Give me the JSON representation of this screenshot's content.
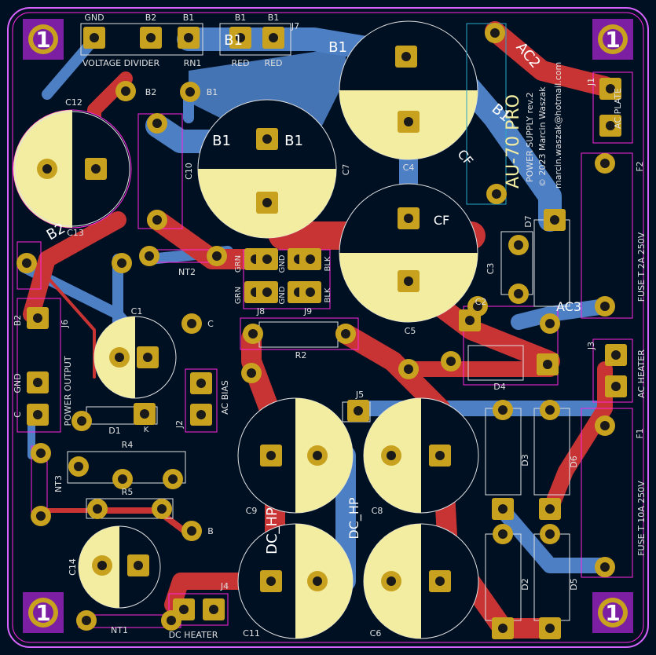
{
  "colors": {
    "background": "#001023",
    "copper_front": "#c83434",
    "copper_back": "#4d7fc4",
    "pad": "#c8a21e",
    "hole": "#1a1a1a",
    "silk": "#f2eda1",
    "fab": "#e0e0e0",
    "courtyard": "#ff26e2",
    "outline": "#d864ff",
    "cap_fill": "#f2eda1",
    "mount_ring": "#c8a21e",
    "mount_fill": "#7c1fa3"
  },
  "mounting": {
    "number": "1"
  },
  "board_text": {
    "project": "AU-70 PRO",
    "revision": "POWER SUPPLY rev.2",
    "author": "© 2023 Marcin Waszak",
    "email": "marcin.waszak@hotmail.com"
  },
  "net_labels": {
    "b1_a": "B1",
    "b1_b": "B1",
    "b1_c": "B1",
    "b1_d": "B1",
    "b1_e": "B1",
    "ac2": "AC2",
    "ac3": "AC3",
    "cf_a": "CF",
    "cf_b": "CF",
    "b2": "B2",
    "dc_hp_a": "DC_HP",
    "dc_hp_b": "DC_HP"
  },
  "designators": {
    "c12": "C12",
    "c13": "C13",
    "c10": "C10",
    "c7": "C7",
    "c4": "C4",
    "c5": "C5",
    "c1": "C1",
    "c2": "C2",
    "c3": "C3",
    "c9": "C9",
    "c8": "C8",
    "c11": "C11",
    "c6": "C6",
    "c14": "C14",
    "j1": "J1",
    "j2": "J2",
    "j3": "J3",
    "j4": "J4",
    "j5": "J5",
    "j6": "J6",
    "j7": "J7",
    "j8": "J8",
    "j9": "J9",
    "r2": "R2",
    "r4": "R4",
    "r5": "R5",
    "d1": "D1",
    "d2": "D2",
    "d3": "D3",
    "d4": "D4",
    "d5": "D5",
    "d6": "D6",
    "d7": "D7",
    "nt1": "NT1",
    "nt2": "NT2",
    "nt3": "NT3",
    "f1": "F1",
    "f2": "F2",
    "rn1": "RN1"
  },
  "silk_labels": {
    "gnd_top": "GND",
    "b2_top": "B2",
    "b1_top": "B1",
    "b1_top2": "B1",
    "b1_top3": "B1",
    "voltage_divider": "VOLTAGE DIVIDER",
    "red1": "RED",
    "red2": "RED",
    "ac_plate": "AC PLATE",
    "fuse_2a": "FUSE T 2A 250V",
    "grn1": "GRN",
    "grn2": "GRN",
    "gnd1": "GND",
    "gnd2": "GND",
    "blk1": "BLK",
    "blk2": "BLK",
    "power_output": "POWER OUTPUT",
    "gnd_left": "GND",
    "c_left": "C",
    "b2_left": "B2",
    "ac_bias": "AC BIAS",
    "ac_heater": "AC HEATER",
    "fuse_10a": "FUSE T 10A 250V",
    "dc_heater": "DC HEATER",
    "tp_c": "C",
    "tp_b": "B",
    "tp_b1": "B1",
    "tp_b2": "B2",
    "k": "K"
  }
}
